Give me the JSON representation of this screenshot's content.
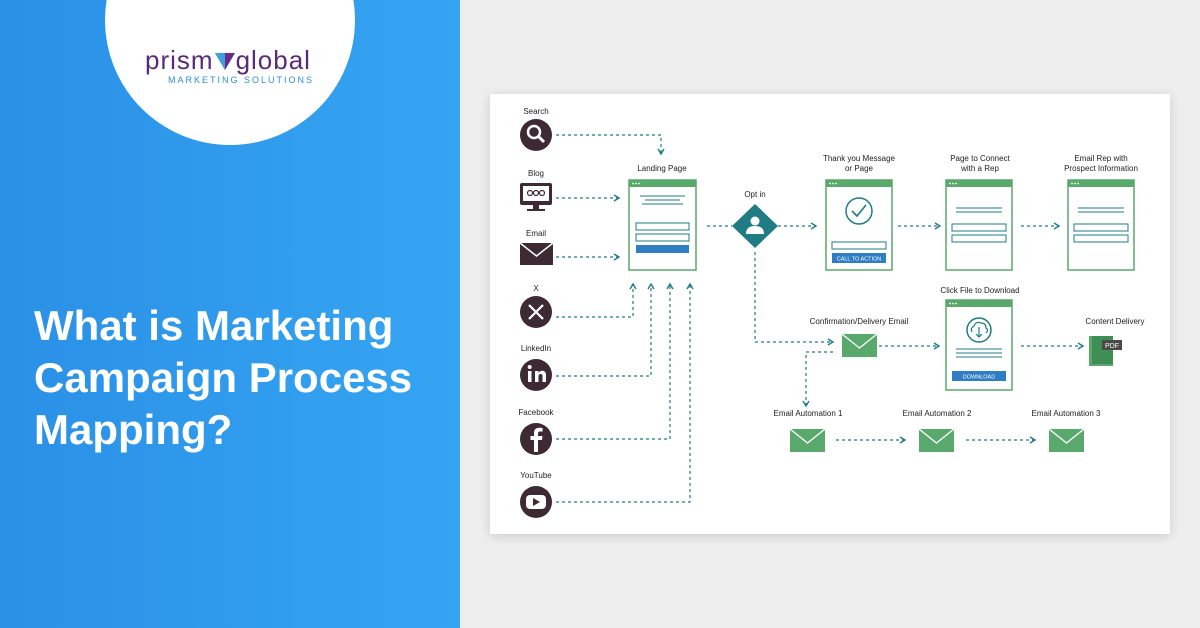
{
  "brand": {
    "name_part1": "prism",
    "name_part2": "global",
    "tagline": "MARKETING SOLUTIONS"
  },
  "headline": {
    "lines": [
      "What is Marketing",
      "Campaign Process",
      "Mapping?"
    ]
  },
  "colors": {
    "blue_start": "#2a90e6",
    "blue_end": "#35a5f2",
    "teal": "#1f7c84",
    "green": "#58a96b",
    "button_blue": "#2f7ec4",
    "dark_icon": "#3e2a33",
    "purple": "#5a2a7a"
  },
  "diagram": {
    "sources": [
      "Search",
      "Blog",
      "Email",
      "X",
      "LinkedIn",
      "Facebook",
      "YouTube"
    ],
    "landing_page": "Landing Page",
    "opt_in": "Opt in",
    "thank_you": [
      "Thank you Message",
      "or Page"
    ],
    "call_to_action": "CALL TO ACTION",
    "connect_rep": [
      "Page to Connect",
      "with a Rep"
    ],
    "email_rep": [
      "Email Rep with",
      "Prospect Information"
    ],
    "click_file": "Click File to Download",
    "download": "DOWNLOAD",
    "confirmation_email": "Confirmation/Delivery Email",
    "content_delivery": "Content Delivery",
    "pdf": "PDF",
    "automations": [
      "Email Automation 1",
      "Email Automation 2",
      "Email Automation 3"
    ]
  }
}
